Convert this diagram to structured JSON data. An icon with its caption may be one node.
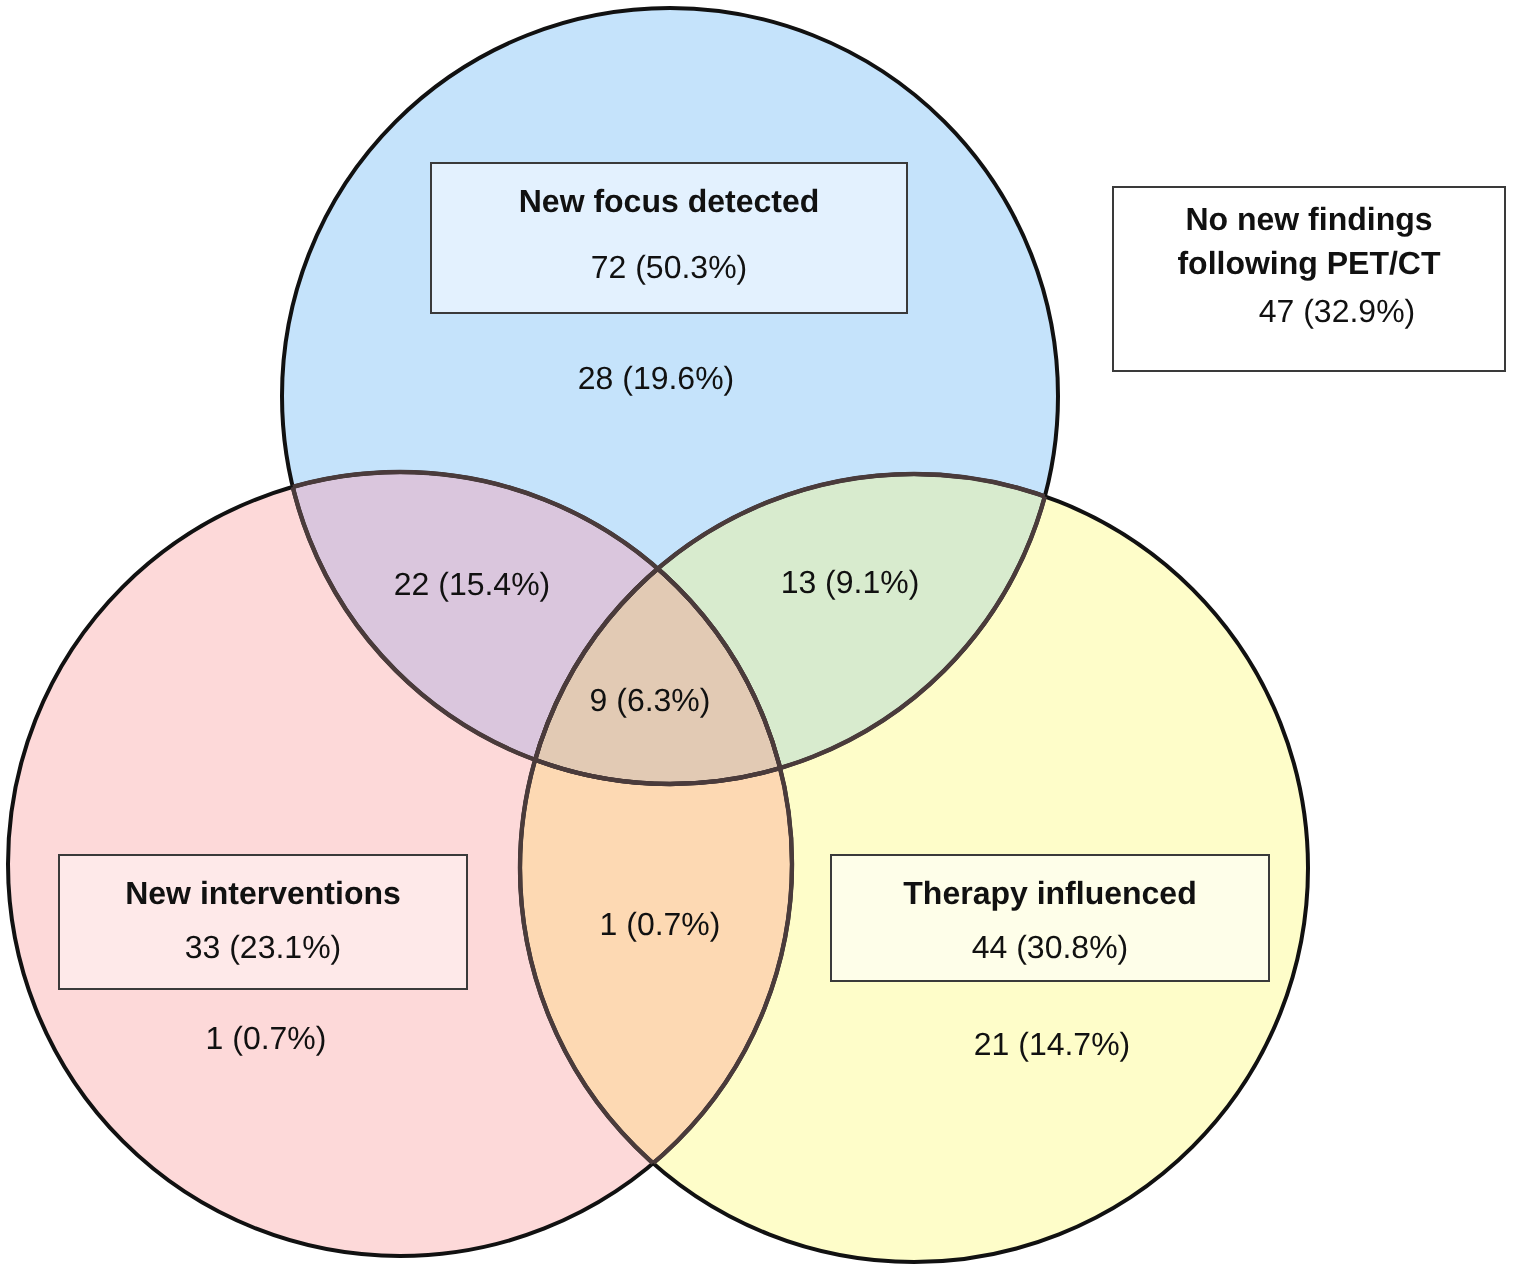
{
  "diagram": {
    "nodes": [
      {
        "text": [
          "New focus detected",
          "72 (50.3%)"
        ]
      },
      {
        "text": [
          "No new findings following PET/CT",
          "47 (32.9%)"
        ]
      },
      {
        "text": [
          "New interventions",
          "33 (23.1%)"
        ]
      },
      {
        "text": [
          "Therapy influenced",
          "44 (30.8%)"
        ]
      }
    ],
    "labels": [
      "28 (19.6%)",
      "22 (15.4%)",
      "13 (9.1%)",
      "9 (6.3%)",
      "1 (0.7%)",
      "1 (0.7%)",
      "21 (14.7%)"
    ]
  }
}
